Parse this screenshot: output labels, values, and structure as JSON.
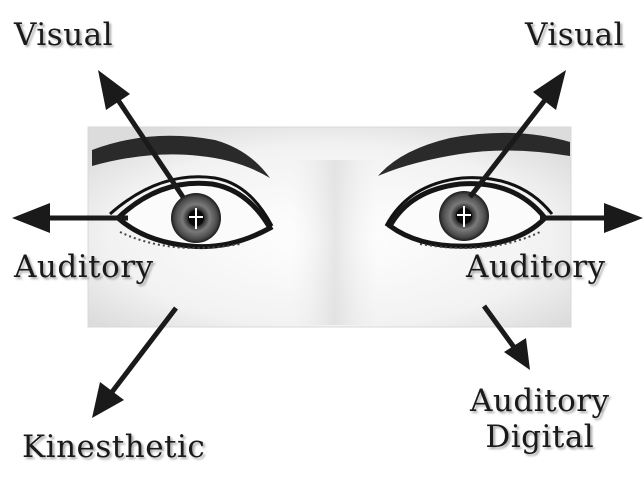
{
  "labels": {
    "visual_left": "Visual",
    "visual_right": "Visual",
    "auditory_left": "Auditory",
    "auditory_right": "Auditory",
    "kinesthetic": "Kinesthetic",
    "auditory_digital_line1": "Auditory",
    "auditory_digital_line2": "Digital"
  },
  "colors": {
    "arrow": "#1a1a1a",
    "photo_background": "#f4f4f4",
    "photo_border": "#d8d8d8",
    "iris": "#5a5a5a",
    "brow": "#2a2a2a"
  },
  "icons": [
    "arrow-up-left-icon",
    "arrow-up-right-icon",
    "arrow-left-icon",
    "arrow-right-icon",
    "arrow-down-left-icon",
    "arrow-down-right-icon"
  ]
}
